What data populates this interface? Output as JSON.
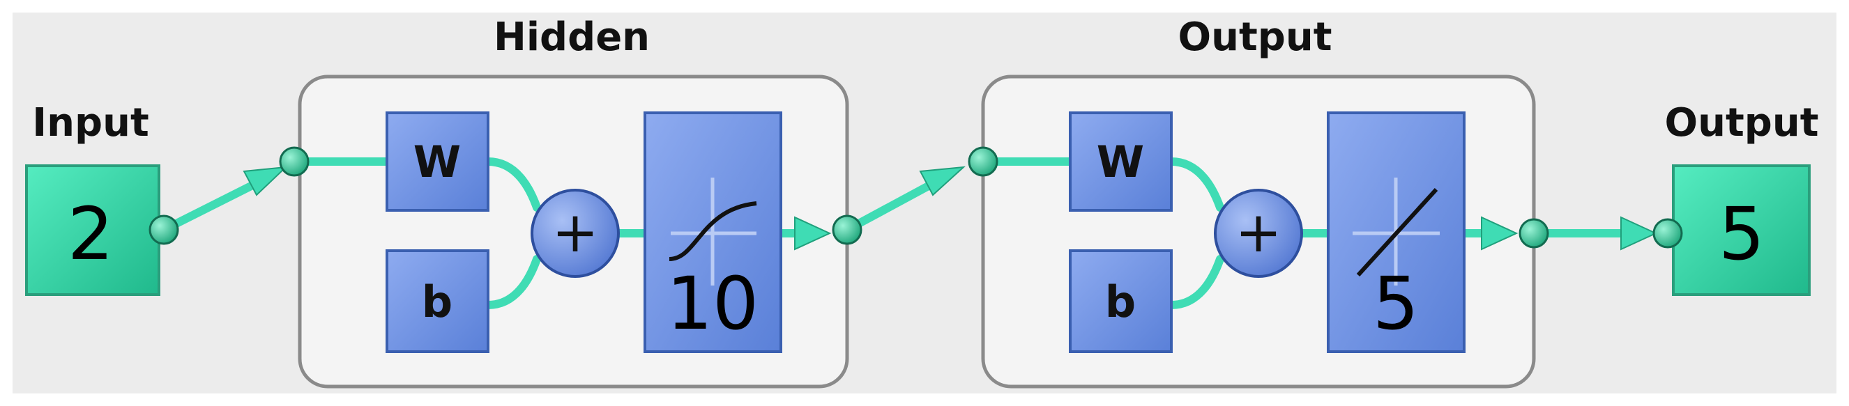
{
  "input": {
    "label": "Input",
    "size": "2"
  },
  "hidden_layer": {
    "title": "Hidden",
    "weight_label": "W",
    "bias_label": "b",
    "sum_symbol": "+",
    "size": "10",
    "transfer": "tansig"
  },
  "output_layer": {
    "title": "Output",
    "weight_label": "W",
    "bias_label": "b",
    "sum_symbol": "+",
    "size": "5",
    "transfer": "purelin"
  },
  "output": {
    "label": "Output",
    "size": "5"
  },
  "colors": {
    "background": "#ececec",
    "io_block": "#2fd6a8",
    "layer_block": "#6f95e6",
    "wire": "#3fdcb4",
    "node": "#34c79a",
    "frame": "#8a8a8a"
  }
}
